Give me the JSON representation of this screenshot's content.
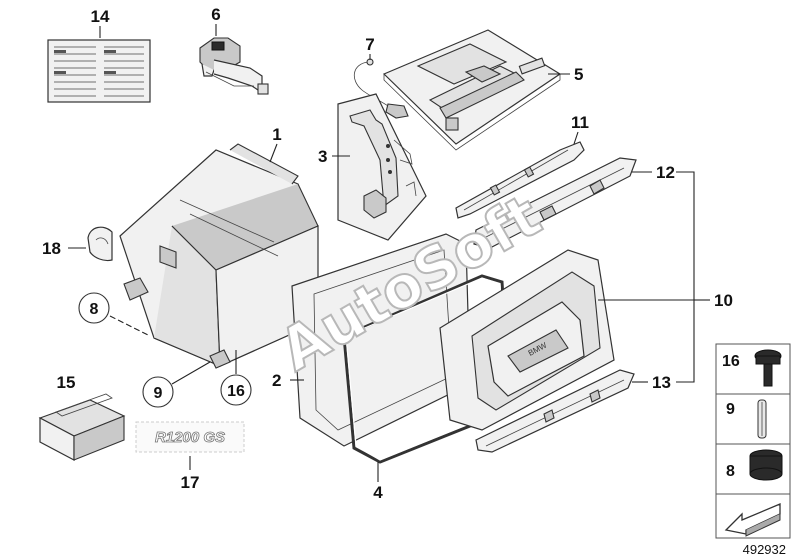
{
  "diagram": {
    "callouts": {
      "c1": "1",
      "c2": "2",
      "c3": "3",
      "c4": "4",
      "c5": "5",
      "c6": "6",
      "c7": "7",
      "c8": "8",
      "c9": "9",
      "c10": "10",
      "c11": "11",
      "c12": "12",
      "c13": "13",
      "c14": "14",
      "c15": "15",
      "c16": "16",
      "c17": "17",
      "c18": "18"
    },
    "legend": {
      "item_16": "16",
      "item_9": "9",
      "item_8": "8"
    },
    "watermark": "AutoSoft",
    "badge_text": "BMW",
    "emblem_text": "R1200 GS",
    "reference_number": "492932"
  }
}
